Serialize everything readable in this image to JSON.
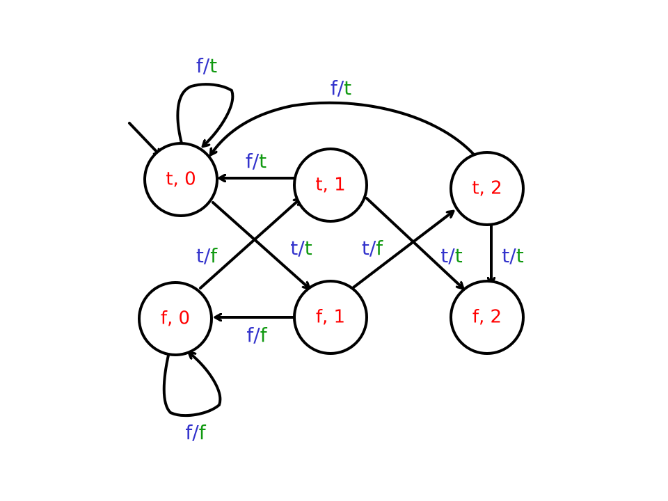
{
  "colors": {
    "node_text": "#ff0000",
    "input": "#3333cc",
    "output": "#119911",
    "line": "#000000"
  },
  "nodes": {
    "t0": {
      "label": "t, 0"
    },
    "t1": {
      "label": "t, 1"
    },
    "t2": {
      "label": "t, 2"
    },
    "f0": {
      "label": "f, 0"
    },
    "f1": {
      "label": "f, 1"
    },
    "f2": {
      "label": "f, 2"
    }
  },
  "edges": {
    "t0_self": {
      "input": "f",
      "sep": "/",
      "output": "t"
    },
    "t2_t0": {
      "input": "f",
      "sep": "/",
      "output": "t"
    },
    "t1_t0": {
      "input": "f",
      "sep": "/",
      "output": "t"
    },
    "f0_t1": {
      "input": "t",
      "sep": "/",
      "output": "f"
    },
    "t0_f1": {
      "input": "t",
      "sep": "/",
      "output": "t"
    },
    "f1_t2": {
      "input": "t",
      "sep": "/",
      "output": "f"
    },
    "t1_f2": {
      "input": "t",
      "sep": "/",
      "output": "t"
    },
    "t2_f2": {
      "input": "t",
      "sep": "/",
      "output": "t"
    },
    "f1_f0": {
      "input": "f",
      "sep": "/",
      "output": "f"
    },
    "f0_self": {
      "input": "f",
      "sep": "/",
      "output": "f"
    }
  }
}
